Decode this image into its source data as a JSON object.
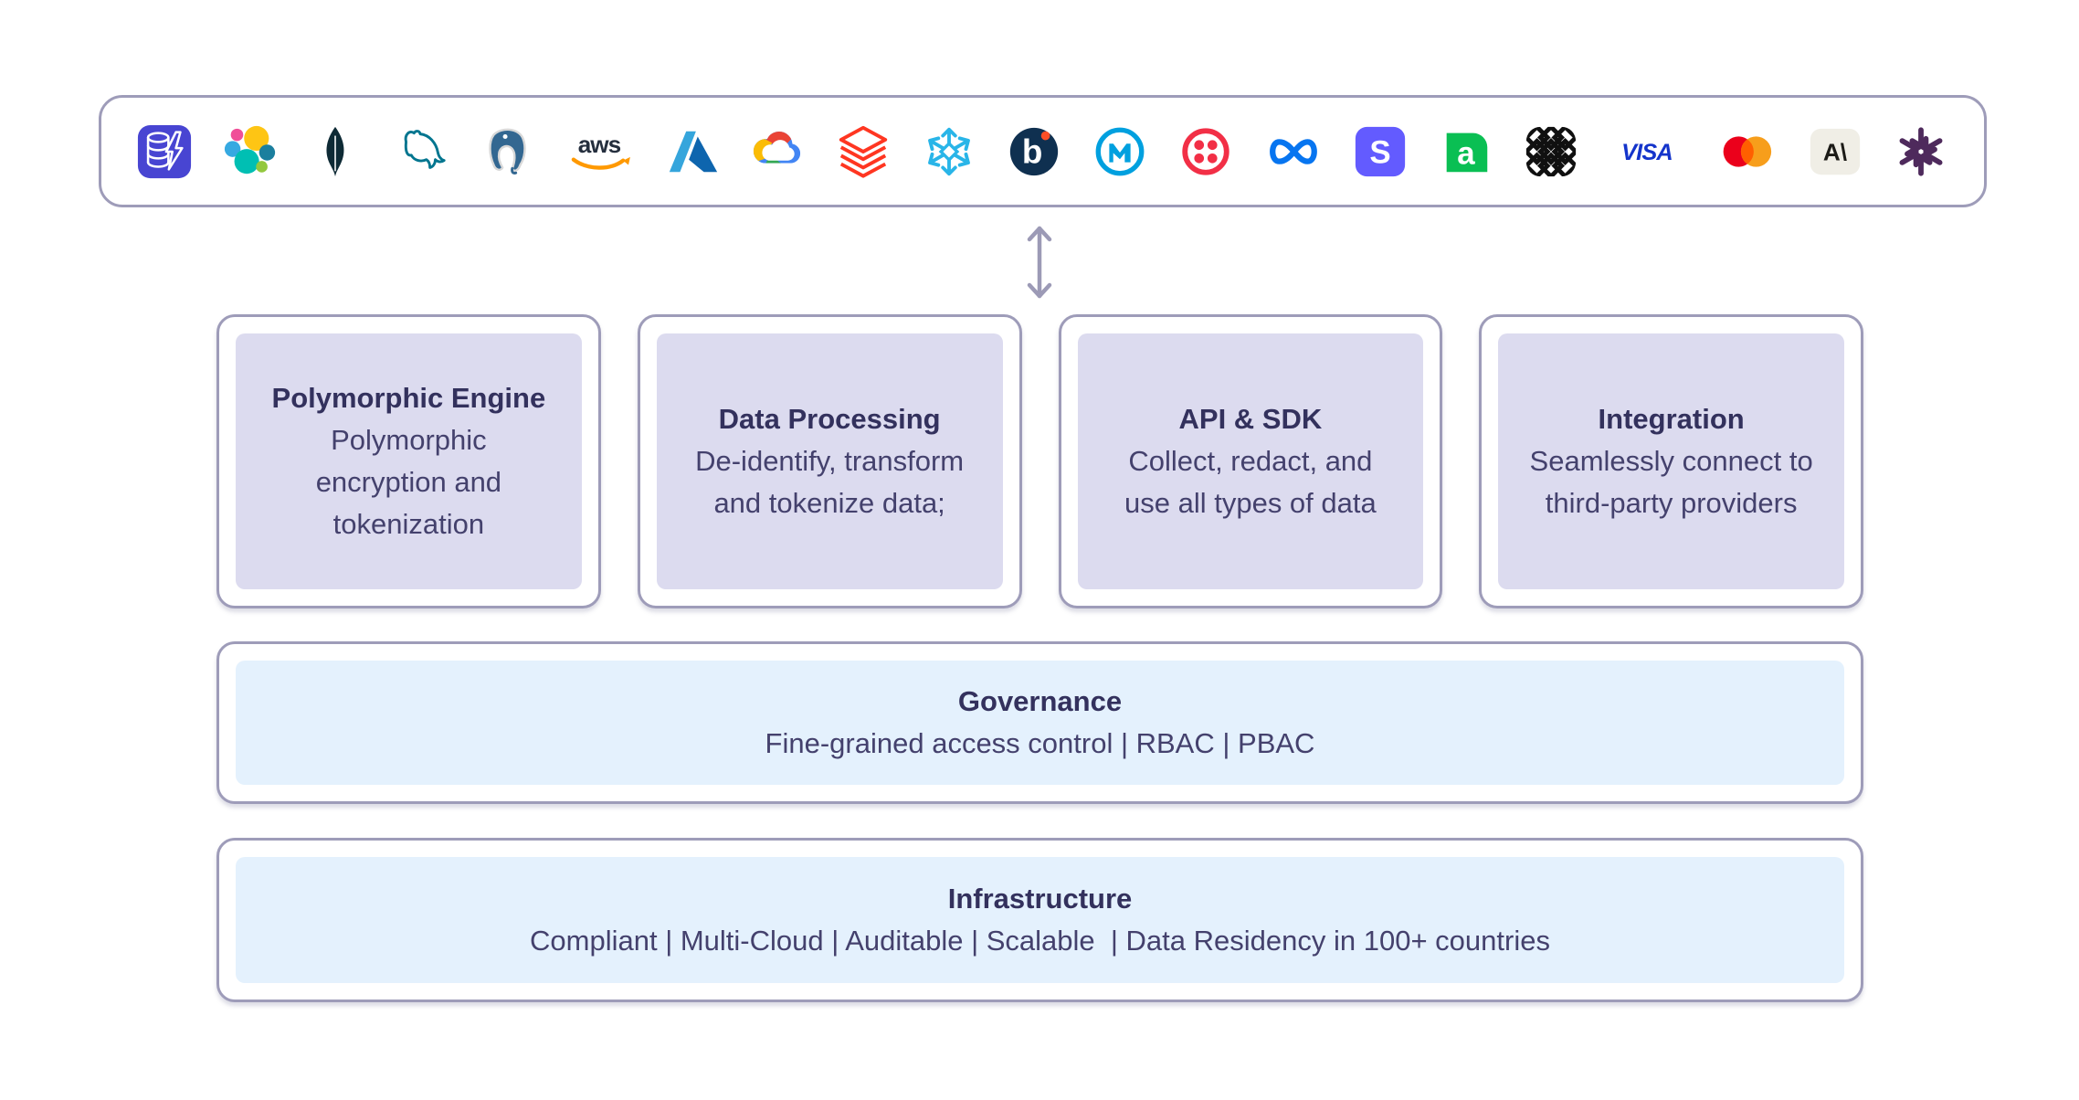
{
  "colors": {
    "background": "#FFFFFF",
    "panel_border": "#9E9CB9",
    "card_fill": "#DCDBEF",
    "band_fill": "#E4F1FD",
    "title_text": "#33315D",
    "body_text": "#44416D",
    "arrow": "#9C9AB6"
  },
  "logo_bar": {
    "logos": [
      "database-lightning",
      "elasticsearch",
      "mongodb",
      "mysql",
      "postgresql",
      "aws",
      "microsoft-azure",
      "google-cloud",
      "databricks",
      "snowflake",
      "boomi",
      "mulesoft",
      "twilio",
      "meta",
      "stripe",
      "adyen",
      "marqeta",
      "visa",
      "mastercard",
      "anthropic",
      "openai"
    ],
    "glyphs": {
      "aws": "aws",
      "boomi": "b",
      "stripe": "S",
      "adyen": "a",
      "visa": "VISA",
      "anthropic": "A\\"
    }
  },
  "arrow": {
    "type": "bidirectional-vertical"
  },
  "feature_boxes": [
    {
      "title": "Polymorphic Engine",
      "description": "Polymorphic encryption and tokenization"
    },
    {
      "title": "Data Processing",
      "description": "De-identify, transform and tokenize data;"
    },
    {
      "title": "API & SDK",
      "description": "Collect, redact, and use all types of data"
    },
    {
      "title": "Integration",
      "description": "Seamlessly connect to third-party providers"
    }
  ],
  "governance": {
    "title": "Governance",
    "description": "Fine-grained access control | RBAC | PBAC"
  },
  "infrastructure": {
    "title": "Infrastructure",
    "description": "Compliant | Multi-Cloud | Auditable | Scalable  | Data Residency in 100+ countries"
  }
}
